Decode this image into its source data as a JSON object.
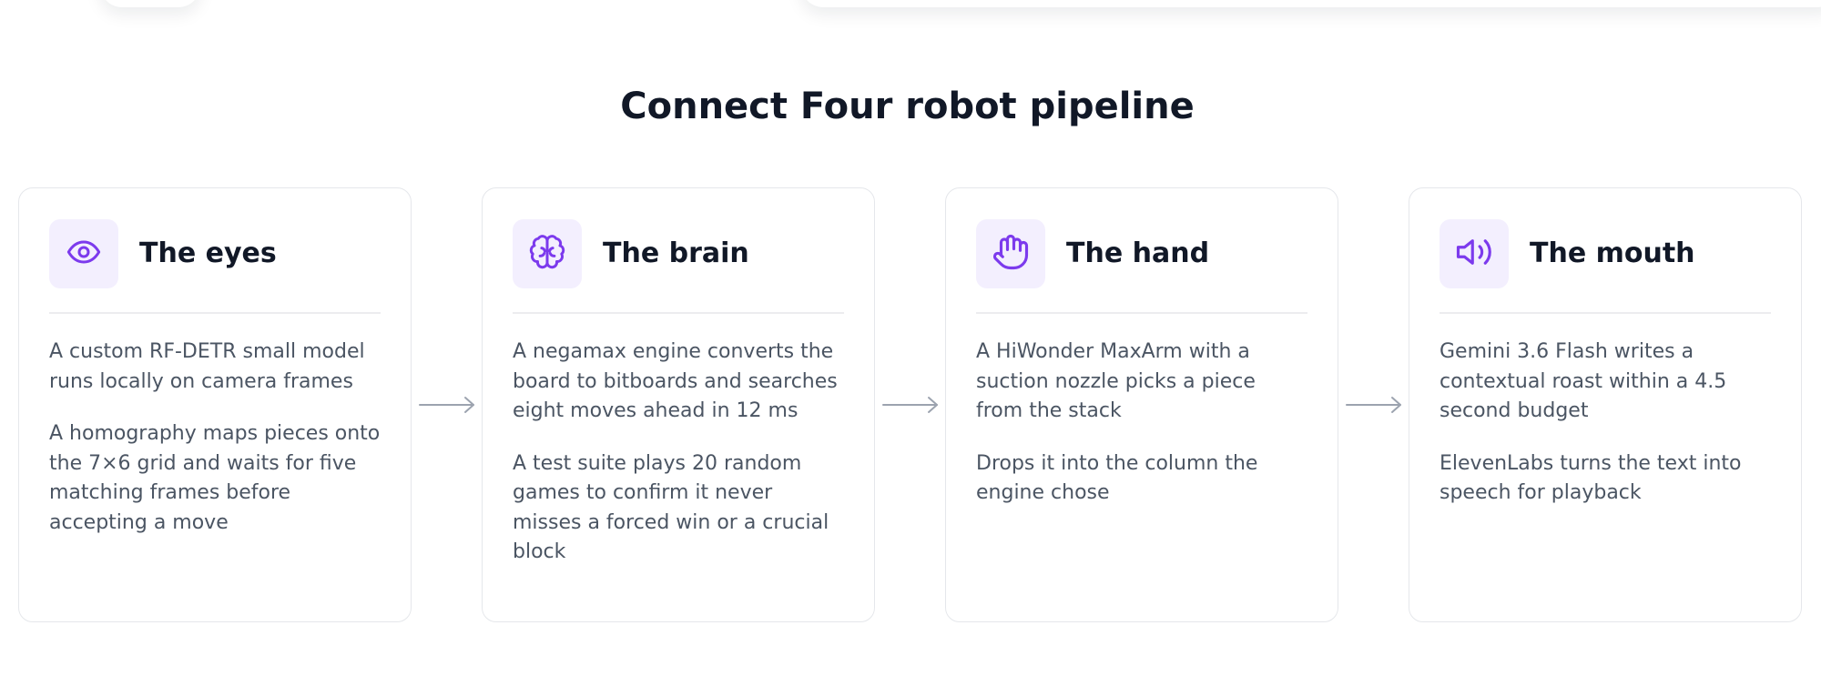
{
  "page": {
    "title": "Connect Four robot pipeline"
  },
  "colors": {
    "accent": "#7c3aed",
    "icon_bg": "#f3effe",
    "card_border": "#e5e7eb",
    "heading": "#111827",
    "body_text": "#4b5563",
    "arrow": "#9ca3af"
  },
  "cards": [
    {
      "title": "The eyes",
      "icon": "eye-icon",
      "paragraphs": [
        "A custom RF-DETR small model runs locally on camera frames",
        "A homography maps pieces onto the 7×6 grid and waits for five matching frames before accepting a move"
      ]
    },
    {
      "title": "The brain",
      "icon": "brain-icon",
      "paragraphs": [
        "A negamax engine converts the board to bitboards and searches eight moves ahead in 12 ms",
        "A test suite plays 20 random games to confirm it never misses a forced win or a crucial block"
      ]
    },
    {
      "title": "The hand",
      "icon": "hand-icon",
      "paragraphs": [
        "A HiWonder MaxArm with a suction nozzle picks a piece from the stack",
        "Drops it into the column the engine chose"
      ]
    },
    {
      "title": "The mouth",
      "icon": "speaker-icon",
      "paragraphs": [
        "Gemini 3.6 Flash writes a contextual roast within a 4.5 second budget",
        "ElevenLabs turns the text into speech for playback"
      ]
    }
  ],
  "connectors": [
    "arrow-right-icon",
    "arrow-right-icon",
    "arrow-right-icon"
  ]
}
